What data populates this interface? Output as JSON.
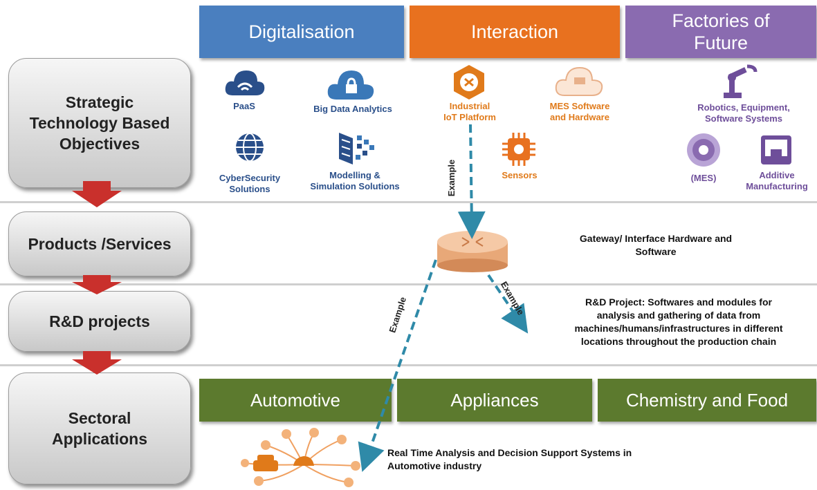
{
  "rows": {
    "strategic": [
      "Strategic",
      "Technology Based",
      "Objectives"
    ],
    "products": "Products /Services",
    "rd": "R&D projects",
    "sectoral": [
      "Sectoral",
      "Applications"
    ]
  },
  "headers": {
    "digitalisation": "Digitalisation",
    "interaction": "Interaction",
    "factories": [
      "Factories of",
      "Future"
    ]
  },
  "icons": {
    "paas": "PaaS",
    "big_data": "Big Data Analytics",
    "cybersecurity": [
      "CyberSecurity",
      "Solutions"
    ],
    "modelling": [
      "Modelling &",
      "Simulation Solutions"
    ],
    "iiot": [
      "Industrial",
      "IoT Platform"
    ],
    "mes": [
      "MES Software",
      "and Hardware"
    ],
    "sensors": "Sensors",
    "robotics": [
      "Robotics, Equipment,",
      "Software Systems"
    ],
    "mes2": "(MES)",
    "additive": [
      "Additive",
      "Manufacturing"
    ]
  },
  "gateway": [
    "Gateway/ Interface Hardware and",
    "Software"
  ],
  "rd_project": [
    "R&D Project: Softwares and modules for",
    "analysis and gathering of data from",
    "machines/humans/infrastructures in different",
    "locations throughout the production chain"
  ],
  "sectors": [
    "Automotive",
    "Appliances",
    "Chemistry and Food"
  ],
  "realtime": [
    "Real Time Analysis and Decision Support Systems in",
    "Automotive industry"
  ],
  "example_label": "Example",
  "colors": {
    "digitalisation": "#4a7fbf",
    "interaction": "#e8711f",
    "factories": "#8a6bb0",
    "sector": "#5c7a2e",
    "arrow": "#2f8aa8"
  }
}
